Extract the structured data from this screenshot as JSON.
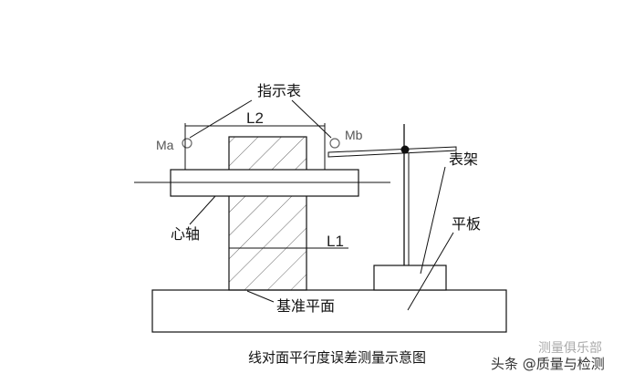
{
  "labels": {
    "indicator": "指示表",
    "stand": "表架",
    "shaft": "心轴",
    "plate": "平板",
    "datum": "基准平面",
    "l1": "L1",
    "l2": "L2",
    "ma": "Ma",
    "mb": "Mb"
  },
  "caption": "线对面平行度误差测量示意图",
  "watermark": {
    "account": "测量俱乐部",
    "source": "头条 @质量与检测"
  }
}
